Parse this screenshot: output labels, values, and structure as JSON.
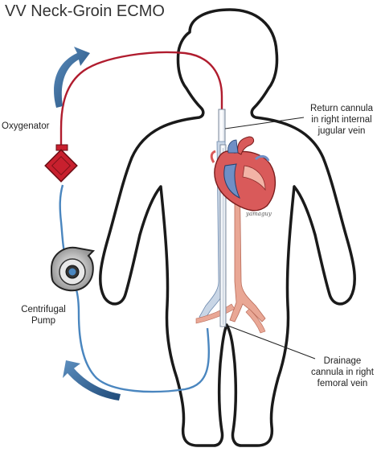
{
  "title": "VV Neck-Groin ECMO",
  "labels": {
    "return_cannula": [
      "Return cannula",
      "in right internal",
      "jugular vein"
    ],
    "oxygenator": "Oxygenator",
    "centrifugal_pump": [
      "Centrifugal",
      "Pump"
    ],
    "drainage_cannula": [
      "Drainage",
      "cannula in right",
      "femoral vein"
    ]
  },
  "signature": "yamaguy",
  "colors": {
    "arterial_tubing": "#b01c2e",
    "venous_tubing": "#4a86bf",
    "oxygenator_fill": "#c8202e",
    "flow_arrow": "#2f5f8f",
    "body_outline": "#1a1a1a"
  }
}
